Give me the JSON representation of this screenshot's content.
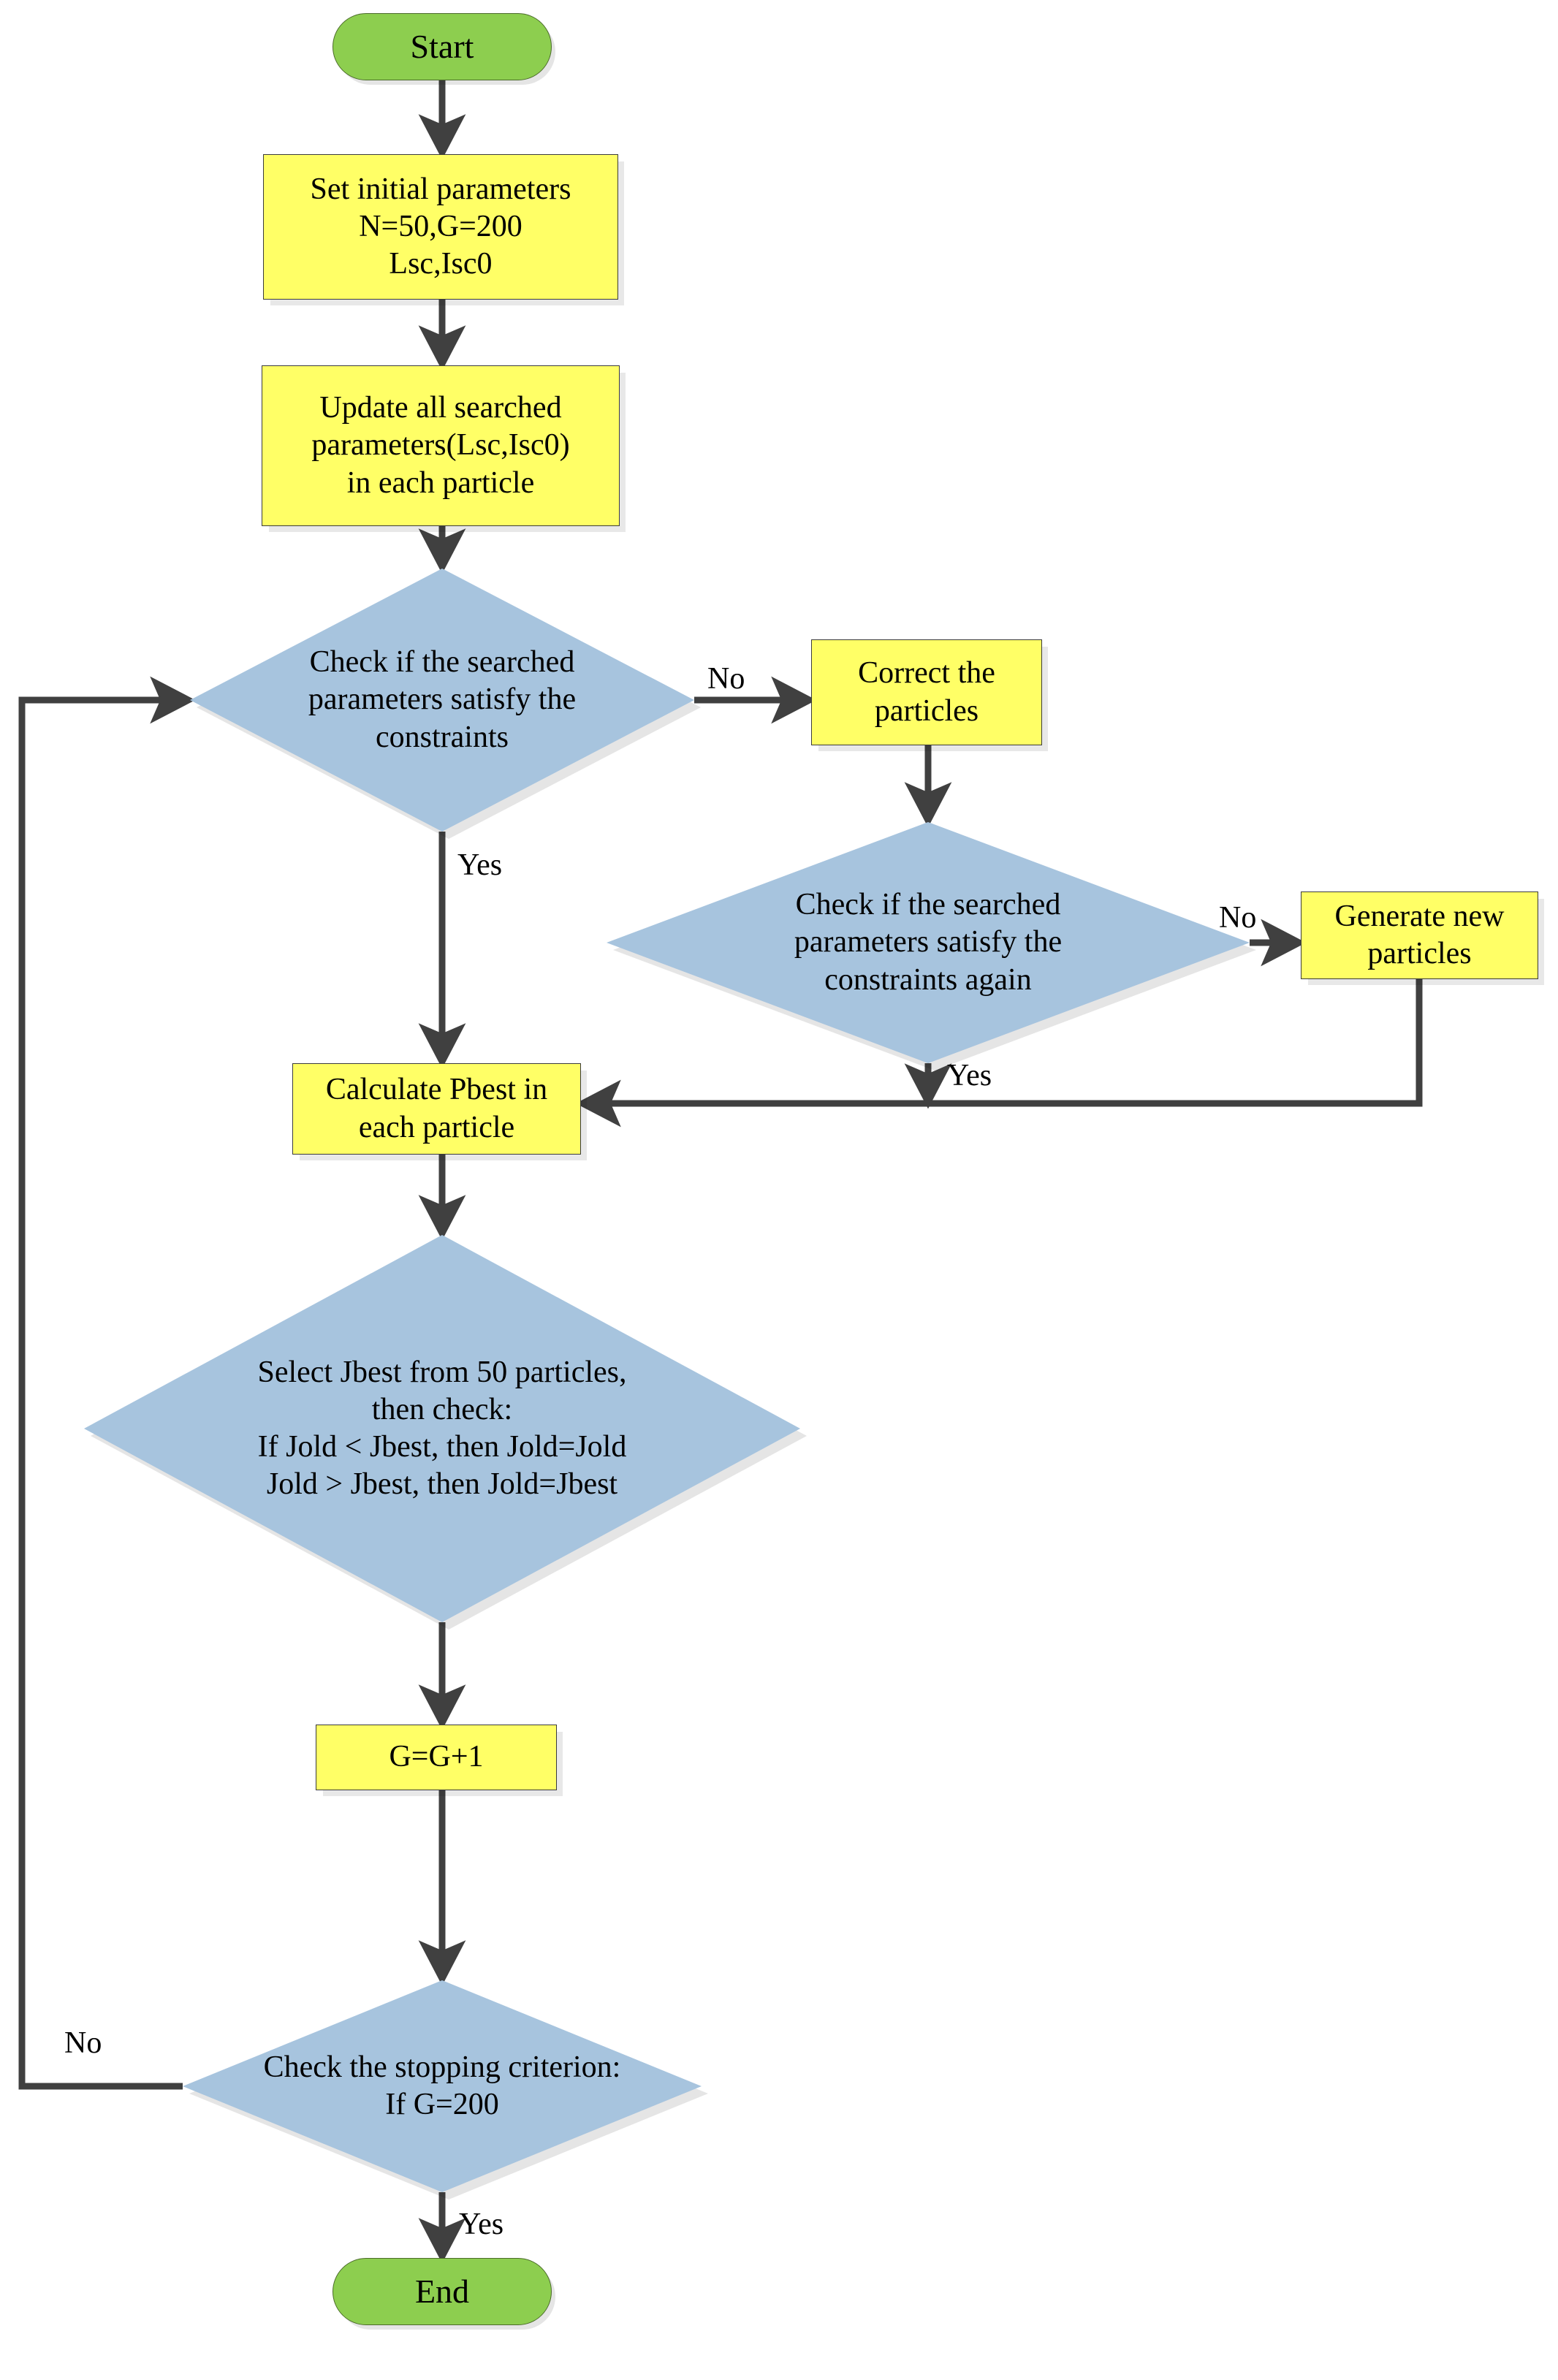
{
  "diagram": {
    "title": "PSO parameter identification flowchart",
    "colors": {
      "terminator_fill": "#8DCE4F",
      "process_fill": "#FFFF66",
      "decision_fill": "#A7C4DE",
      "connector": "#404040",
      "text": "#000000",
      "background": "#FFFFFF"
    }
  },
  "nodes": {
    "start": {
      "label": "Start",
      "shape": "terminator"
    },
    "set_params": {
      "label": "Set  initial parameters\nN=50,G=200\nLsc,Isc0",
      "shape": "process"
    },
    "update_params": {
      "label": "Update all searched\nparameters(Lsc,Isc0)\nin each particle",
      "shape": "process"
    },
    "check_constraints": {
      "label": "Check if the searched\nparameters satisfy the\nconstraints",
      "shape": "decision"
    },
    "correct_particles": {
      "label": "Correct the\nparticles",
      "shape": "process"
    },
    "check_constraints_again": {
      "label": "Check if the searched\nparameters satisfy the\nconstraints again",
      "shape": "decision"
    },
    "generate_particles": {
      "label": "Generate new\nparticles",
      "shape": "process"
    },
    "calculate_pbest": {
      "label": "Calculate Pbest in\neach particle",
      "shape": "process"
    },
    "select_jbest": {
      "label": "Select Jbest from 50 particles,\nthen check:\nIf Jold < Jbest, then Jold=Jold\nJold > Jbest, then Jold=Jbest",
      "shape": "decision"
    },
    "increment_g": {
      "label": "G=G+1",
      "shape": "process"
    },
    "stopping_criterion": {
      "label": "Check the stopping criterion:\nIf G=200",
      "shape": "decision"
    },
    "end": {
      "label": "End",
      "shape": "terminator"
    }
  },
  "edge_labels": {
    "check_constraints_no": "No",
    "check_constraints_yes": "Yes",
    "check_again_no": "No",
    "check_again_yes": "Yes",
    "stopping_no": "No",
    "stopping_yes": "Yes"
  }
}
